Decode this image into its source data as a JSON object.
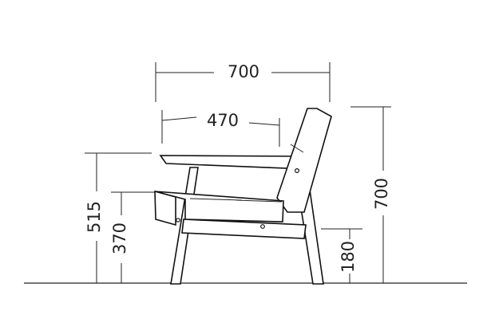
{
  "diagram": {
    "dimensions": {
      "overall_width": "700",
      "seat_width": "470",
      "overall_height": "700",
      "arm_height": "515",
      "seat_height": "370",
      "front_to_floor": "180"
    }
  }
}
